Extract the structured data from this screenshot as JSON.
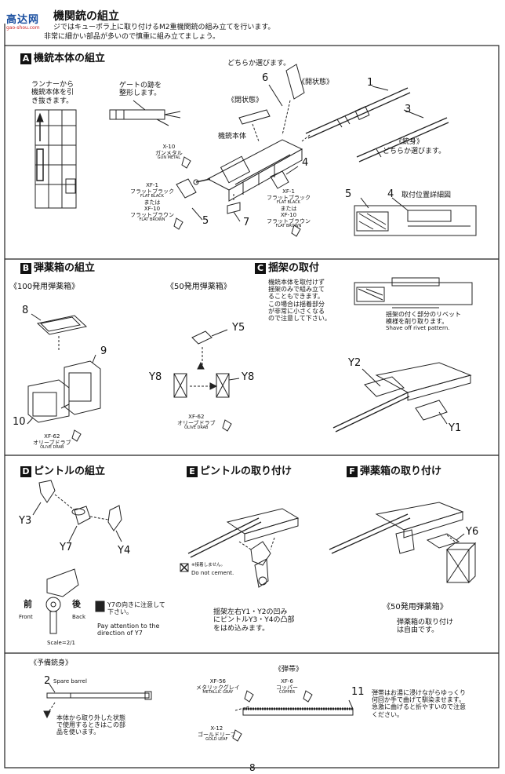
{
  "header": {
    "logo_text": "高达网",
    "logo_url": "gao-shou.com",
    "title": "機関銃の組立",
    "line1": "ジではキューポラ上に取り付けるM2重機関銃の組み立てを行います。",
    "line2": "非常に細かい部品が多いので慎重に組み立てましょう。"
  },
  "secA": {
    "letter": "A",
    "title": "機銃本体の組立",
    "runner_note": [
      "ランナーから",
      "機銃本体を引",
      "き抜きます。"
    ],
    "gate_note": [
      "ゲートの跡を",
      "整形します。"
    ],
    "choose_top": "どちらか選びます。",
    "open_state": "《開状態》",
    "closed_state": "《閉状態》",
    "body_label": "機銃本体",
    "barrel_label": "《銃身》",
    "barrel_choose": "どちらか選びます。",
    "paint_gun": {
      "code": "X-10",
      "jp": "ガンメタル",
      "en": "GUN METAL"
    },
    "paint_left": {
      "code": "XF-1",
      "jp": "フラットブラック",
      "en": "FLAT BLACK",
      "or": "または",
      "code2": "XF-10",
      "jp2": "フラットブラウン",
      "en2": "FLAT BROWN"
    },
    "paint_right": {
      "code": "XF-1",
      "jp": "フラットブラック",
      "en": "FLAT BLACK",
      "or": "または",
      "code2": "XF-10",
      "jp2": "フラットブラウン",
      "en2": "FLAT BROWN"
    },
    "detail_label": "取付位置詳細図",
    "nums": [
      "1",
      "3",
      "6",
      "4",
      "5",
      "7",
      "5",
      "4"
    ]
  },
  "secB": {
    "letter": "B",
    "title": "弾薬箱の組立",
    "box100": "《100発用弾薬箱》",
    "box50": "《50発用弾薬箱》",
    "paint_olive1": {
      "code": "XF-62",
      "jp": "オリーブドラブ",
      "en": "OLIVE DRAB"
    },
    "paint_olive2": {
      "code": "XF-62",
      "jp": "オリーブドラブ",
      "en": "OLIVE DRAB"
    },
    "nums": [
      "8",
      "9",
      "10",
      "Y5",
      "Y8",
      "Y8"
    ]
  },
  "secC": {
    "letter": "C",
    "title": "揺架の取付",
    "note": [
      "機銃本体を取付けず",
      "揺架のみで組み立て",
      "ることもできます。",
      "この場合は揺着部分",
      "が非常に小さくなる",
      "ので注意して下さい。"
    ],
    "rivet_note": [
      "揺架の付く部分のリベット",
      "模様を削り取ります。"
    ],
    "rivet_en": "Shave off rivet pattern.",
    "nums": [
      "Y2",
      "Y1"
    ]
  },
  "secD": {
    "letter": "D",
    "title": "ピントルの組立",
    "front_jp": "前",
    "front_en": "Front",
    "back_jp": "後",
    "back_en": "Back",
    "scale": "Scale=2/1",
    "attention_jp": [
      "Y7の向きに注意して",
      "下さい。"
    ],
    "attention_en": [
      "Pay attention to the",
      "direction of Y7"
    ],
    "nums": [
      "Y3",
      "Y7",
      "Y4"
    ]
  },
  "secE": {
    "letter": "E",
    "title": "ピントルの取り付け",
    "no_cement_jp": "※接着しません。",
    "no_cement_en": "Do not cement.",
    "note": [
      "揺架左右Y1・Y2の凹み",
      "にピントルY3・Y4の凸部",
      "をはめ込みます。"
    ]
  },
  "secF": {
    "letter": "F",
    "title": "弾薬箱の取り付け",
    "box50": "《50発用弾薬箱》",
    "note": [
      "弾薬箱の取り付け",
      "は自由です。"
    ],
    "nums": [
      "Y6"
    ]
  },
  "bottom": {
    "spare_title": "《予備銃身》",
    "spare_num": "2",
    "spare_en": "Spare barrel",
    "spare_note": [
      "本体から取り外した状態",
      "で使用するときはこの部",
      "品を使います。"
    ],
    "belt_title": "《弾帯》",
    "paint_metal": {
      "code": "XF-56",
      "jp": "メタリックグレイ",
      "en": "METALLIC GRAY"
    },
    "paint_copper": {
      "code": "XF-6",
      "jp": "コッパー",
      "en": "COPPER"
    },
    "paint_gold": {
      "code": "X-12",
      "jp": "ゴールドリーフ",
      "en": "GOLD LEAF"
    },
    "belt_num": "11",
    "belt_note": [
      "弾帯はお湯に浸けながらゆっくり",
      "何回か手で曲げて馴染ませます。",
      "急激に曲げると折やすいので注意",
      "ください。"
    ]
  },
  "page_number": "8"
}
